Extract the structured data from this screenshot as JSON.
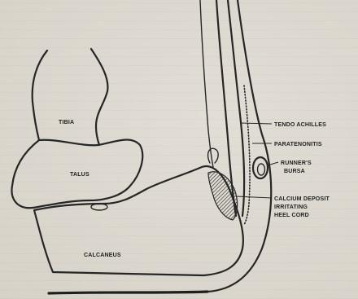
{
  "labels": {
    "tibia": "TIBIA",
    "talus": "TALUS",
    "calcaneus": "CALCANEUS",
    "tendo_achilles": "TENDO ACHILLES",
    "paratenonitis": "PARATENONITIS",
    "runners_bursa": [
      "RUNNER'S",
      "BURSA"
    ],
    "calcium_deposit": [
      "CALCIUM DEPOSIT",
      "IRRITATING",
      "HEEL CORD"
    ]
  },
  "colors": {
    "ink": "#262626",
    "paper": "#dcd8cf"
  }
}
